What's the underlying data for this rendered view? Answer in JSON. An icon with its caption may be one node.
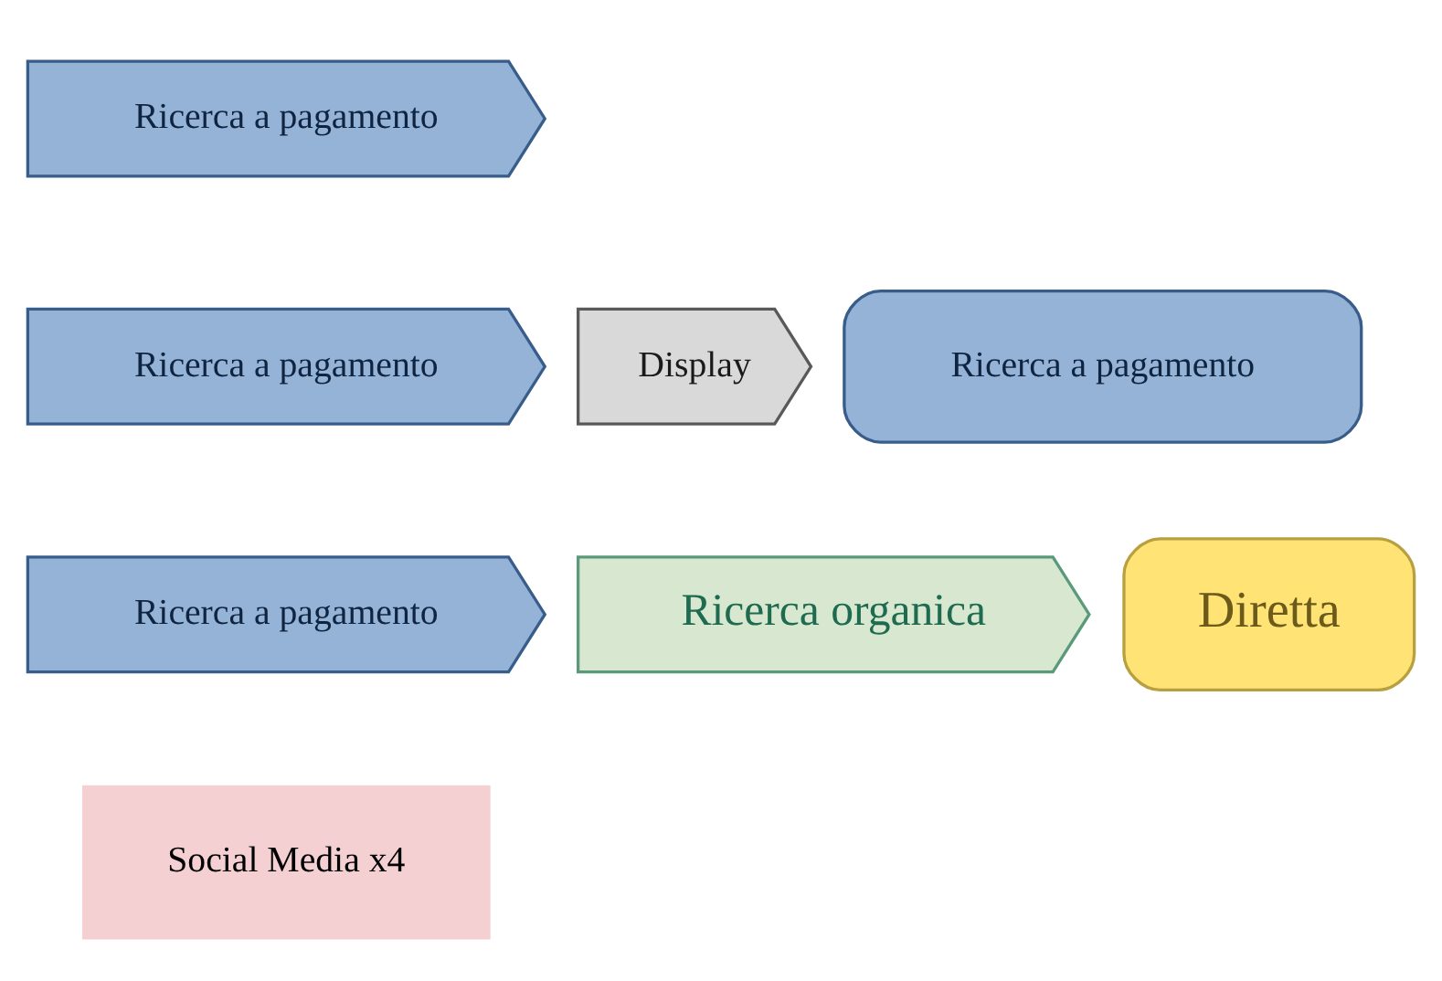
{
  "diagram": {
    "nodes": [
      {
        "text": [
          "Ricerca a pagamento"
        ]
      },
      {
        "text": [
          "Ricerca a pagamento"
        ]
      },
      {
        "text": [
          "Display"
        ]
      },
      {
        "text": [
          "Ricerca a pagamento"
        ]
      },
      {
        "text": [
          "Ricerca a pagamento"
        ]
      },
      {
        "text": [
          "Ricerca organica"
        ]
      },
      {
        "text": [
          "Diretta"
        ]
      },
      {
        "text": [
          "Social Media x4"
        ]
      }
    ]
  }
}
